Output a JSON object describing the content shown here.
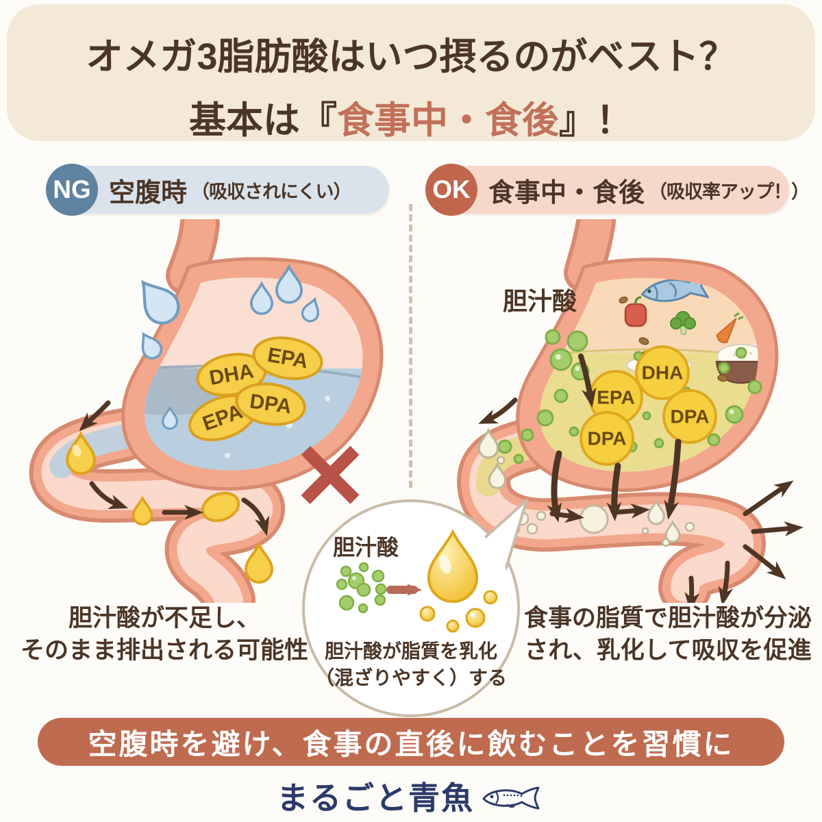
{
  "header": {
    "title_line1": "オメガ3脂肪酸はいつ摂るのがベスト？",
    "title_line2_prefix": "基本は",
    "title_line2_open": "『",
    "title_line2_highlight": "食事中・食後",
    "title_line2_close": "』",
    "title_line2_bang": "！"
  },
  "ng_panel": {
    "badge": "NG",
    "heading": "空腹時",
    "heading_note": "（吸収されにくい）",
    "pills": {
      "p1": "DHA",
      "p2": "EPA",
      "p3": "EPA",
      "p4": "DPA"
    },
    "x_mark": "×",
    "caption_line1": "胆汁酸が不足し、",
    "caption_line2": "そのまま排出される可能性"
  },
  "ok_panel": {
    "badge": "OK",
    "heading": "食事中・食後",
    "heading_note": "（吸収率アップ！）",
    "bile_label": "胆汁酸",
    "pills": {
      "p1": "DHA",
      "p2": "EPA",
      "p3": "DPA",
      "p4": "DPA"
    },
    "caption_line1": "食事の脂質で胆汁酸が分泌",
    "caption_line2": "され、乳化して吸収を促進"
  },
  "bubble": {
    "bile_label": "胆汁酸",
    "caption_line1": "胆汁酸が脂質を乳化",
    "caption_line2": "（混ざりやすく）する"
  },
  "banner": {
    "text": "空腹時を避け、食事の直後に飲むことを習慣に"
  },
  "footer": {
    "brand": "まるごと青魚"
  },
  "colors": {
    "background": "#fdfcf8",
    "header_bg": "#f3e9d6",
    "title_text": "#4b3526",
    "title_highlight": "#c2705a",
    "ng_badge": "#5e82a0",
    "ng_pill_bg": "#dae3ec",
    "ok_badge": "#bf664c",
    "ok_pill_bg": "#f6d8ca",
    "stomach_fill": "#f3a78d",
    "stomach_outline": "#d88a70",
    "ng_liquid": "#b9cede",
    "ok_liquid": "#eadd90",
    "capsule_yellow": "#f6ce48",
    "bile_green": "#a5cd6b",
    "arrow_brown": "#4e3524",
    "x_mark_red": "#b9534a",
    "banner_bg": "#bf6b4f",
    "brand_navy": "#2c3a69"
  }
}
